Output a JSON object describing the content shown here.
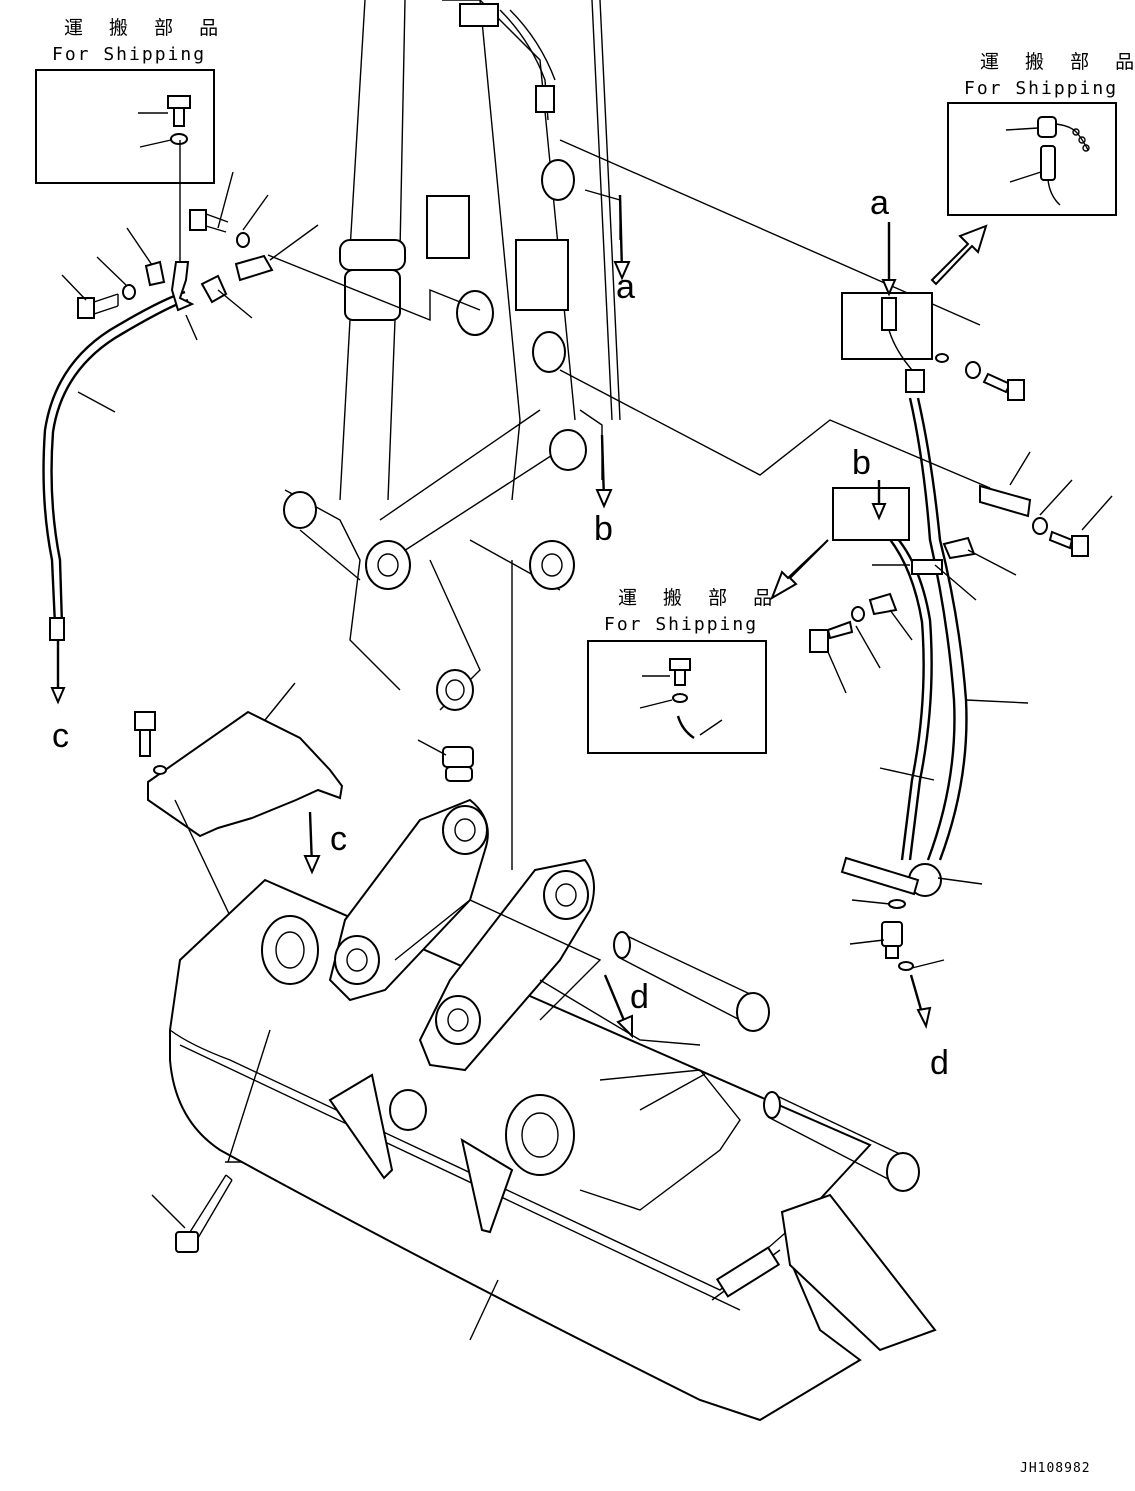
{
  "shipping_label_jp": "運 搬 部 品",
  "shipping_label_en": "For Shipping",
  "callouts": {
    "a": "a",
    "b": "b",
    "c": "c",
    "d": "d"
  },
  "drawing_code": "JH108982"
}
